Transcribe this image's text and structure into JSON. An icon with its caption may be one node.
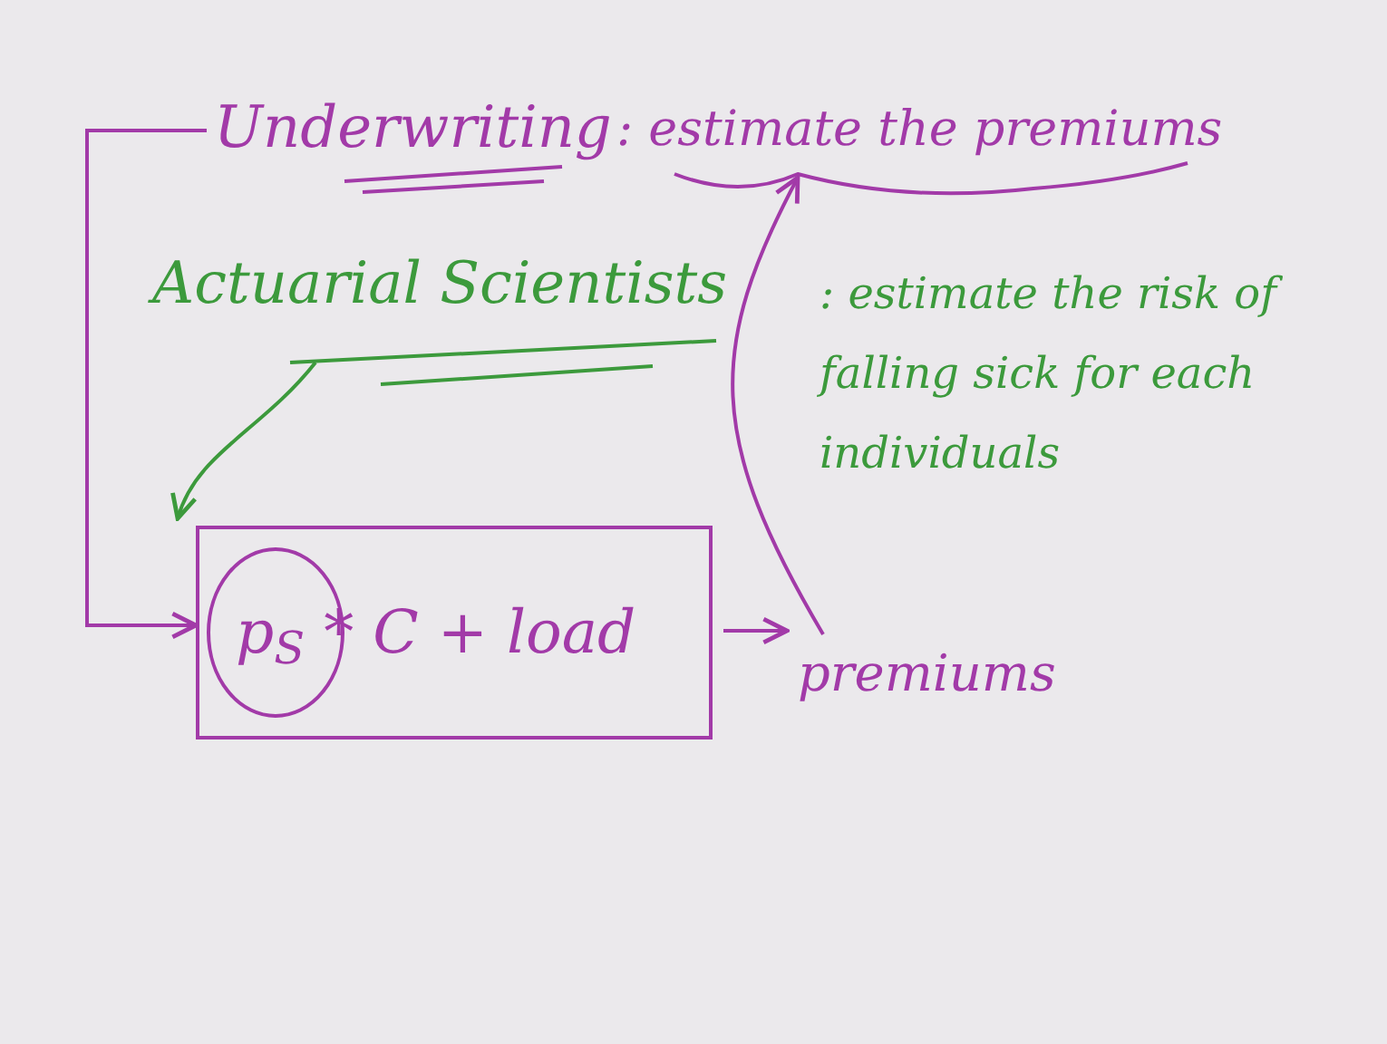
{
  "diagram": {
    "nodes": [
      {
        "text": [
          "Underwriting"
        ]
      },
      {
        "text": [
          ": estimate the premiums"
        ]
      },
      {
        "text": [
          "Actuarial Scientists"
        ]
      },
      {
        "text": [
          "p$_{S}$ * C + load"
        ]
      },
      {
        "text": [
          "premiums"
        ]
      },
      {
        "text": [],
        "shape": "circle",
        "in": 3
      }
    ],
    "edges": [
      {
        "from": 0,
        "to": 3,
        "arrow": "to"
      },
      {
        "from": 2,
        "to": 3,
        "arrow": "to",
        "color": "#3c9a3c"
      },
      {
        "from": 3,
        "to": 4,
        "arrow": "to"
      },
      {
        "from": 4,
        "to": 1,
        "arrow": "to"
      }
    ],
    "labels": [
      ": estimate the risk of falling sick for each individuals"
    ]
  }
}
